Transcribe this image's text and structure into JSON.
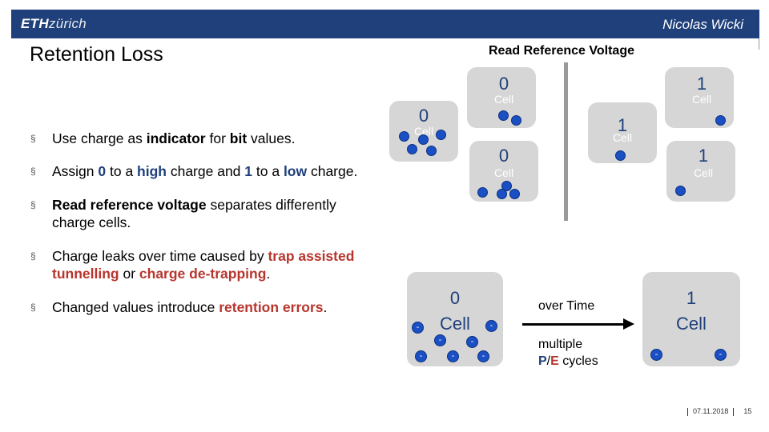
{
  "header": {
    "logo_bold": "ETH",
    "logo_light": "zürich",
    "author": "Nicolas Wicki"
  },
  "slide": {
    "title": "Retention Loss",
    "reference_label": "Read Reference Voltage"
  },
  "bullets": {
    "b1": {
      "p1": "Use charge as ",
      "p2": "indicator",
      "p3": " for ",
      "p4": "bit",
      "p5": " values."
    },
    "b2": {
      "p1": "Assign ",
      "p2": "0",
      "p3": " to a ",
      "p4": "high",
      "p5": " charge and ",
      "p6": "1",
      "p7": " to a ",
      "p8": "low",
      "p9": " charge."
    },
    "b3": {
      "p1": "Read reference voltage",
      "p2": " separates differently charge cells."
    },
    "b4": {
      "p1": "Charge leaks over time caused by ",
      "p2": "trap assisted tunnelling",
      "p3": " or ",
      "p4": "charge de-trapping",
      "p5": "."
    },
    "b5": {
      "p1": "Changed values introduce ",
      "p2": "retention errors",
      "p3": "."
    },
    "marker": "§"
  },
  "cells": {
    "top_left_back": {
      "digit": "0",
      "label": "Cell"
    },
    "top_right_back": {
      "digit": "1",
      "label": "Cell"
    },
    "mid_left": {
      "digit": "0",
      "label": "Cell"
    },
    "mid_right": {
      "digit": "1",
      "label": "Cell"
    },
    "front_left": {
      "digit": "0",
      "label": "Cell"
    },
    "front_right": {
      "digit": "1",
      "label": "Cell"
    },
    "before": {
      "digit": "0",
      "label": "Cell"
    },
    "after": {
      "digit": "1",
      "label": "Cell"
    }
  },
  "electron_symbol": "-",
  "transition": {
    "over_time": "over Time",
    "multiple": "multiple",
    "pe_p": "P",
    "pe_slash": "/",
    "pe_e": "E",
    "cycles": " cycles"
  },
  "footer": {
    "date": "07.11.2018",
    "page": "15"
  },
  "colors": {
    "brand_blue": "#1f407a",
    "highlight_red": "#b7352d",
    "cell_gray": "#d6d6d6",
    "charge_blue": "#1a50c4"
  }
}
